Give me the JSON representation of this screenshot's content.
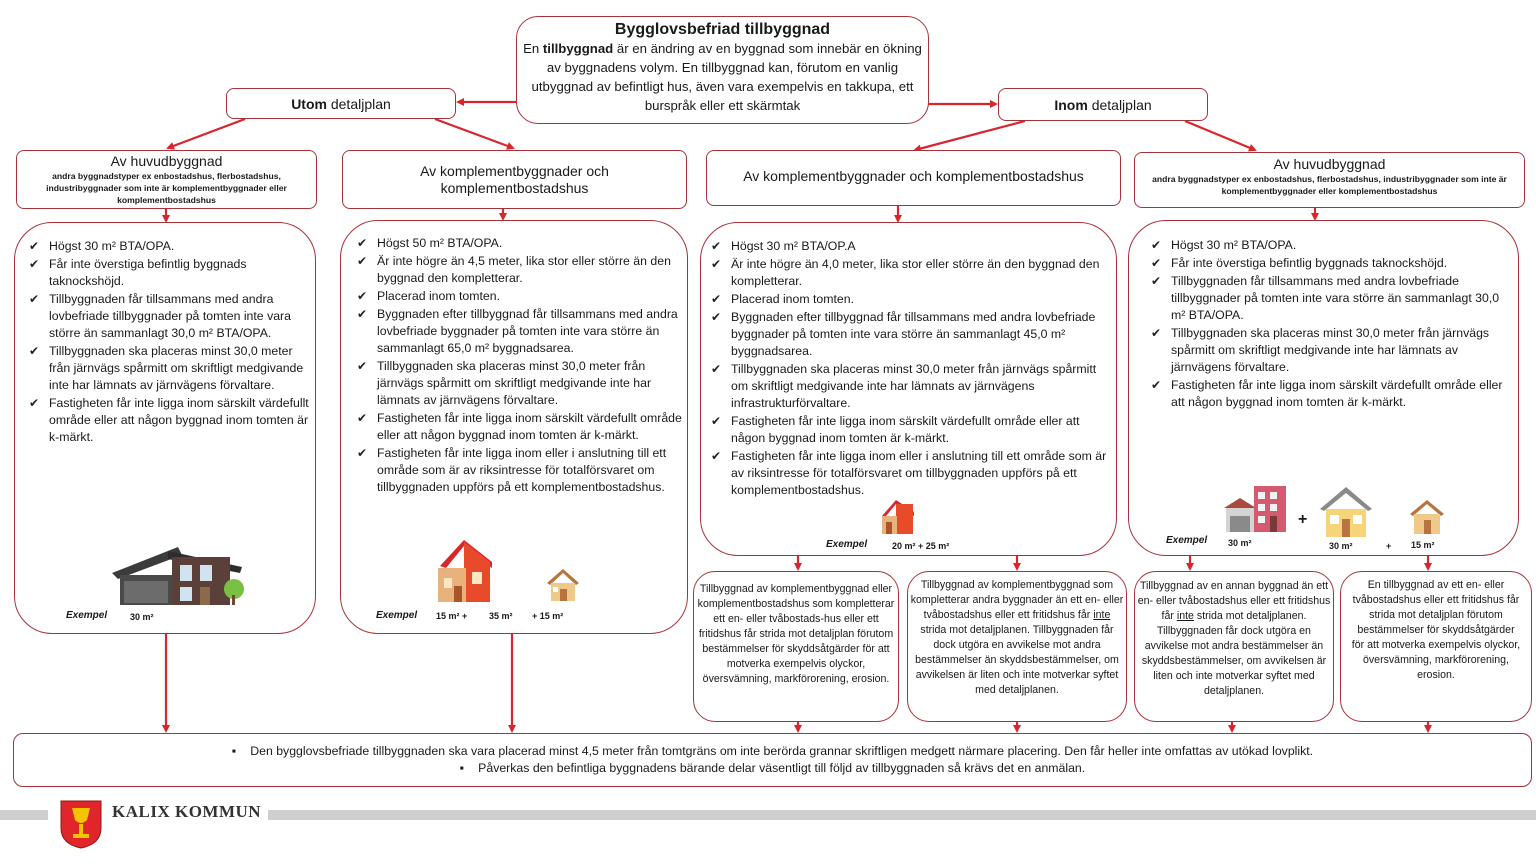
{
  "title": "Bygglovsbefriad tillbyggnad",
  "intro": {
    "pre": "En ",
    "bold": "tillbyggnad",
    "post": " är en ändring av en byggnad som innebär en ökning av byggnadens volym. En tillbyggnad kan, förutom en vanlig utbyggnad av befintligt hus, även vara exempelvis en takkupa, ett burspråk eller ett skärmtak"
  },
  "utom": {
    "pre": "Utom",
    "post": " detaljplan"
  },
  "inom": {
    "pre": "Inom",
    "post": " detaljplan"
  },
  "col1": {
    "header": "Av huvudbyggnad",
    "sub": "andra byggnadstyper ex enbostadshus, flerbostadshus, industribyggnader som inte är komplementbyggnader eller komplementbostadshus",
    "items": [
      "Högst 30 m² BTA/OPA.",
      "Får inte överstiga befintlig byggnads taknockshöjd.",
      "Tillbyggnaden får tillsammans med andra lovbefriade tillbyggnader på tomten inte vara större än sammanlagt 30,0 m² BTA/OPA.",
      "Tillbyggnaden ska placeras minst 30,0 meter från järnvägs spårmitt om skriftligt medgivande inte har lämnats av järnvägens förvaltare.",
      "Fastigheten får inte ligga inom särskilt värdefullt område eller att någon byggnad inom tomten är k-märkt."
    ],
    "example_label": "Exempel",
    "example_values": [
      "30 m²"
    ]
  },
  "col2": {
    "header": "Av komplementbyggnader och komplementbostadshus",
    "items": [
      "Högst 50 m² BTA/OPA.",
      "Är inte högre än 4,5 meter, lika stor eller större än den byggnad den kompletterar.",
      "Placerad inom tomten.",
      "Byggnaden efter tillbyggnad får tillsammans med andra lovbefriade byggnader på tomten inte vara större än sammanlagt 65,0 m² byggnadsarea.",
      "Tillbyggnaden ska placeras minst 30,0 meter från järnvägs spårmitt om skriftligt medgivande inte har lämnats av järnvägens förvaltare.",
      "Fastigheten får inte ligga inom särskilt värdefullt område eller att någon byggnad inom tomten är k-märkt.",
      "Fastigheten får inte ligga inom eller i anslutning till ett område som är av riksintresse för totalförsvaret om tillbyggnaden uppförs på ett komplementbostadshus."
    ],
    "example_label": "Exempel",
    "example_values": [
      "15 m²  +",
      "35 m²",
      "+  15 m²"
    ]
  },
  "col3": {
    "header": "Av komplementbyggnader och komplementbostadshus",
    "items": [
      "Högst 30 m² BTA/OP.A",
      "Är inte högre än 4,0 meter, lika stor eller större än den byggnad den kompletterar.",
      "Placerad inom tomten.",
      "Byggnaden efter tillbyggnad får tillsammans med andra lovbefriade byggnader på tomten inte vara större än sammanlagt 45,0 m² byggnadsarea.",
      "Tillbyggnaden ska placeras minst 30,0 meter från järnvägs spårmitt om skriftligt medgivande inte har lämnats av järnvägens infrastrukturförvaltare.",
      "Fastigheten får inte ligga inom särskilt värdefullt område eller att någon byggnad inom tomten är k-märkt.",
      "Fastigheten får inte ligga inom eller i anslutning till ett område som är av riksintresse för totalförsvaret om tillbyggnaden uppförs på ett komplementbostadshus."
    ],
    "example_label": "Exempel",
    "example_values": [
      "20 m² + 25 m²"
    ]
  },
  "col4": {
    "header": "Av huvudbyggnad",
    "sub": "andra byggnadstyper ex enbostadshus, flerbostadshus, industribyggnader som inte är komplementbyggnader eller komplementbostadshus",
    "items": [
      "Högst 30 m² BTA/OPA.",
      "Får inte överstiga befintlig byggnads taknockshöjd.",
      "Tillbyggnaden får tillsammans med andra lovbefriade tillbyggnader på tomten inte vara större än sammanlagt 30,0 m² BTA/OPA.",
      "Tillbyggnaden ska placeras minst 30,0 meter från järnvägs spårmitt om skriftligt medgivande inte har lämnats av järnvägens förvaltare.",
      "Fastigheten får inte ligga inom särskilt värdefullt område eller att någon byggnad inom tomten är k-märkt."
    ],
    "example_label": "Exempel",
    "example_values": [
      "30 m²",
      "30 m²",
      "+",
      "15 m²"
    ]
  },
  "small1": {
    "text": "Tillbyggnad av komplementbyggnad eller komplementbostadshus som kompletterar ett en- eller tvåbostads-hus eller ett fritidshus får strida mot detaljplan förutom bestämmelser för skyddsåtgärder för att motverka exempelvis olyckor, översvämning, markförorening, erosion."
  },
  "small2": {
    "pre": "Tillbyggnad av komplementbyggnad som kompletterar andra byggnader än ett en- eller tvåbostadshus eller ett fritidshus får ",
    "underline": "inte",
    "post": " strida mot detaljplanen. Tillbyggnaden får dock utgöra en avvikelse mot andra bestämmelser än skyddsbestämmelser, om avvikelsen är liten och inte motverkar syftet med detaljplanen."
  },
  "small3": {
    "pre": "Tillbyggnad av en annan byggnad än ett en- eller tvåbostadshus eller ett fritidshus får ",
    "underline": "inte",
    "post": " strida mot detaljplanen. Tillbyggnaden får dock utgöra en avvikelse mot andra bestämmelser än skyddsbestämmelser, om avvikelsen är liten och inte motverkar syftet med detaljplanen."
  },
  "small4": {
    "text": "En tillbyggnad av ett en- eller tvåbostadshus eller ett fritidshus får strida mot detaljplan förutom bestämmelser för skyddsåtgärder för att motverka exempelvis olyckor, översvämning, markförorening, erosion."
  },
  "footer": [
    "Den bygglovsbefriade tillbyggnaden ska vara placerad minst 4,5 meter från tomtgräns om inte berörda grannar skriftligen medgett närmare placering. Den får heller inte omfattas av utökad lovplikt.",
    "Påverkas den befintliga byggnadens bärande delar väsentligt till följd av tillbyggnaden så krävs det en anmälan."
  ],
  "logo": "KALIX KOMMUN",
  "colors": {
    "accent": "#d8262d",
    "border": "#a8323a"
  }
}
